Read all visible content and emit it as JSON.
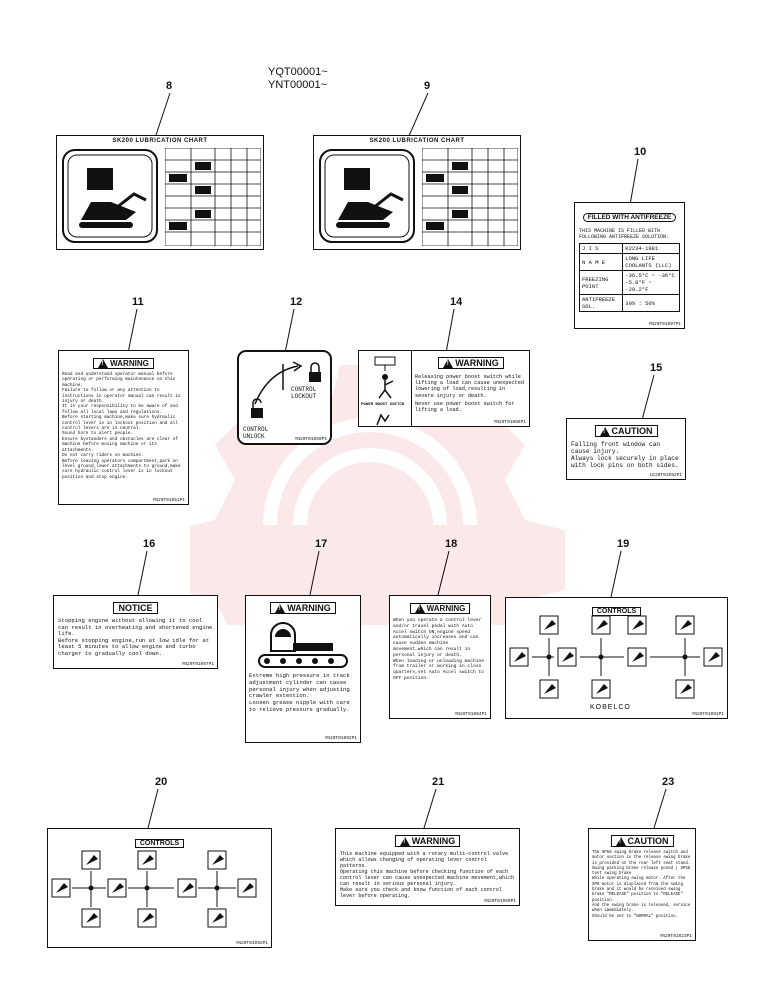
{
  "header": {
    "serials": [
      "YQT00001~",
      "YNT00001~"
    ]
  },
  "labels": {
    "n8": "8",
    "n9": "9",
    "n10": "10",
    "n11": "11",
    "n12": "12",
    "n14": "14",
    "n15": "15",
    "n16": "16",
    "n17": "17",
    "n18": "18",
    "n19": "19",
    "n20": "20",
    "n21": "21",
    "n23": "23"
  },
  "l8": {
    "title": "SK200 LUBRICATION CHART"
  },
  "l9": {
    "title": "SK200 LUBRICATION CHART"
  },
  "l10": {
    "badge": "FILLED WITH ANTIFREEZE",
    "text": "THIS MACHINE IS FILLED WITH FOLLOWING ANTIFREEZE SOLUTION.",
    "rows": [
      [
        "J I S",
        "K2234-1981"
      ],
      [
        "N A M E",
        "LONG LIFE COOLANTS (LLC)"
      ],
      [
        "FREEZING POINT",
        "-36.5°C ~ -36°C  -5.8°F ~ -29.2°F"
      ],
      [
        "ANTIFREEZE SOL.",
        "30% : 50%"
      ]
    ],
    "code": "YN20T01097P1"
  },
  "l11": {
    "title": "WARNING",
    "text": "Read and understand operator manual before operating or performing maintenance on this machine.\nFailure to follow or any attention to instructions in operator manual can result in injury or death.\nIt is your responsibility to be aware of and follow all local laws and regulations.\nBefore starting machine,make sure hydraulic control lever is in lockout position and all control levers are in neutral.\nSound horn to alert people.\nEnsure bystanders and obstacles are clear of machine before moving machine or its attachments.\nDo not carry riders on machine.\nBefore leaving operators compartment,park on level ground,lower attachments to ground,make sure hydraulic control lever is in lockout position and stop engine.",
    "code": "YN20T01051P1"
  },
  "l12": {
    "lockout": "CONTROL LOCKOUT",
    "unlock": "CONTROL UNLOCK",
    "code": "YN20T01050P1"
  },
  "l14": {
    "title": "WARNING",
    "switch_label": "POWER BOOST SWITCH",
    "text1": "Releasing power boost switch while lifting a load can cause unexpected lowering of load,resulting in severe injury or death.",
    "text2": "Never use power boost switch for lifting a load.",
    "code": "YN20T01006P1"
  },
  "l15": {
    "title": "CAUTION",
    "text": "Falling front window can cause injury.\nAlways lock securely in place with lock pins on both sides.",
    "code": "LE20T01092P1"
  },
  "l16": {
    "title": "NOTICE",
    "text": "Stopping engine without allowing it to cool can result in overheating and shortened engine life.\nBefore stopping engine,run at low idle for at least 5 minutes to allow engine and turbo charger to gradually cool down.",
    "code": "YN20T01097P1"
  },
  "l17": {
    "title": "WARNING",
    "text": "Extreme high pressure in track adjustment cylinder can cause personal injury when adjusting crawler extention.\nLoosen grease nipple with care to relieve pressure gradually.",
    "code": "YN20T01092P1"
  },
  "l18": {
    "title": "WARNING",
    "text": "When you operate a control lever and/or travel pedal with Auto Accel switch ON,engine speed automatically increases and can cause sudden machine movement,which can result in personal injury or death.\nWhen loading or unloading machine from trailer or working in close quarters,set Auto Accel switch to OFF position.",
    "code": "YN20T01064P1"
  },
  "l19": {
    "title": "CONTROLS",
    "brand": "KOBELCO",
    "code": "YN20T01091P1"
  },
  "l20": {
    "title": "CONTROLS",
    "code": "YN20T01092P1"
  },
  "l21": {
    "title": "WARNING",
    "text": "This machine equipped with a rotary multi-control valve which allows changing of operating lever control patterns.\nOperating this machine before checking function of each control lever can cause unexpected machine movement,which can result in serious personal injury.\nMake sure you check and know function of each control lever before operating.",
    "code": "YN20T01059P1"
  },
  "l23": {
    "title": "CAUTION",
    "text": "The SP56 swing brake release switch and motor section in the release swing brake is provided on the rear left seat stand.\nSwing parking brake release posed | SP56 test swing brake\nWhile operating swing motor. After the SP6 motor is displaced from the swing brake and it would be received swing brake \"RELEASE\" position to \"RELEASE\" position.\nAnd the swing brake is released, service when immediately.\nShould be set to \"NORMAL\" position.",
    "code": "YN20T01023P1"
  }
}
